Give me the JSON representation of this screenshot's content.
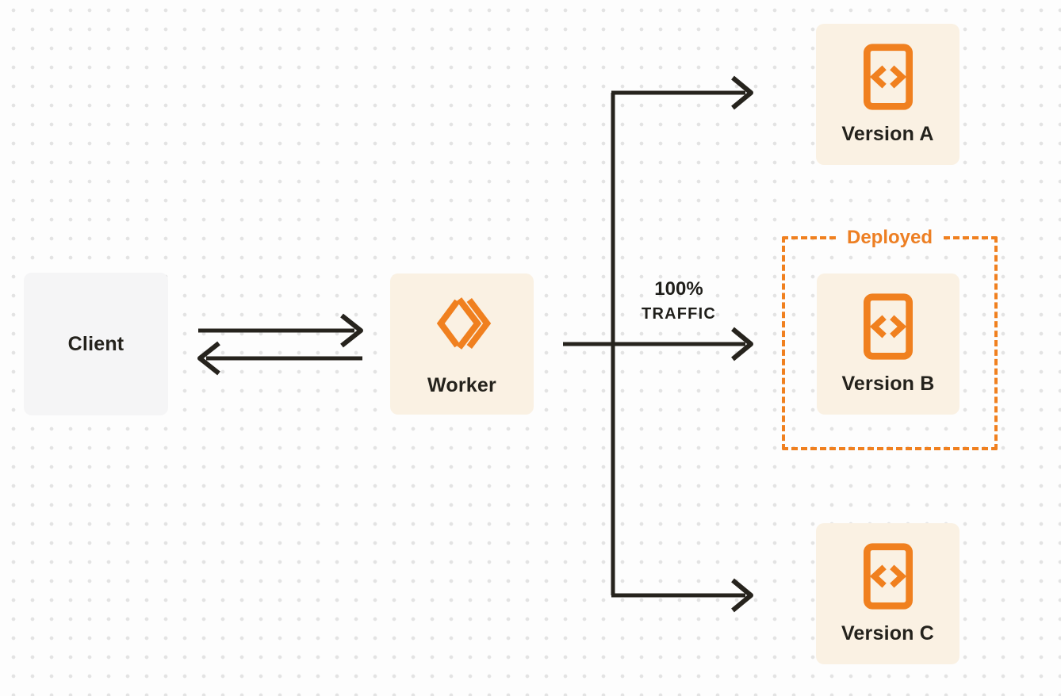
{
  "diagram": {
    "title": "Worker version traffic routing diagram",
    "nodes": {
      "client": {
        "label": "Client"
      },
      "worker": {
        "label": "Worker"
      },
      "version_a": {
        "label": "Version A"
      },
      "version_b": {
        "label": "Version B"
      },
      "version_c": {
        "label": "Version C"
      }
    },
    "deployed_group": {
      "label": "Deployed"
    },
    "traffic_label": {
      "line1": "100%",
      "line2": "TRAFFIC"
    },
    "icons": {
      "worker_icon": "cloudflare-workers-logo",
      "version_icon": "code-file-icon"
    },
    "connectors": [
      {
        "name": "client-to-worker-arrow",
        "direction": "right"
      },
      {
        "name": "worker-to-client-arrow",
        "direction": "left"
      },
      {
        "name": "worker-to-version-b-arrow",
        "direction": "right",
        "label": "100% TRAFFIC"
      },
      {
        "name": "branch-vertical-line"
      },
      {
        "name": "branch-to-version-a-arrow",
        "direction": "right"
      },
      {
        "name": "branch-to-version-c-arrow",
        "direction": "right"
      }
    ],
    "colors": {
      "accent_orange": "#F0801F",
      "deployed_text_orange": "#ED7F23",
      "node_fill_cream": "#FAF1E3",
      "client_fill_gray": "#F5F5F6",
      "line_dark": "#26231D",
      "text_dark": "#24221C",
      "background": "#FDFDFD",
      "dot_grid": "#E3E3E3"
    }
  }
}
